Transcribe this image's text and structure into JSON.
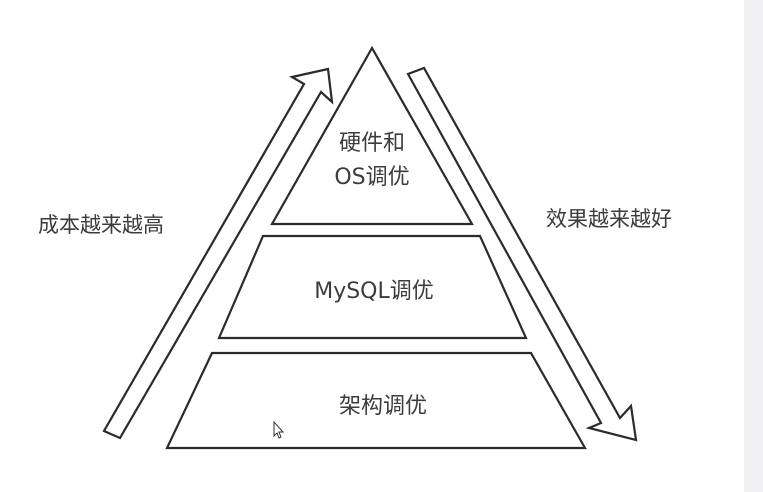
{
  "diagram": {
    "tiers": [
      {
        "lines": [
          "硬件和",
          "OS调优"
        ]
      },
      {
        "lines": [
          "MySQL调优"
        ]
      },
      {
        "lines": [
          "架构调优"
        ]
      }
    ],
    "left_arrow_label": "成本越来越高",
    "right_arrow_label": "效果越来越好"
  },
  "cursor": {
    "icon": "mouse-pointer-icon"
  }
}
